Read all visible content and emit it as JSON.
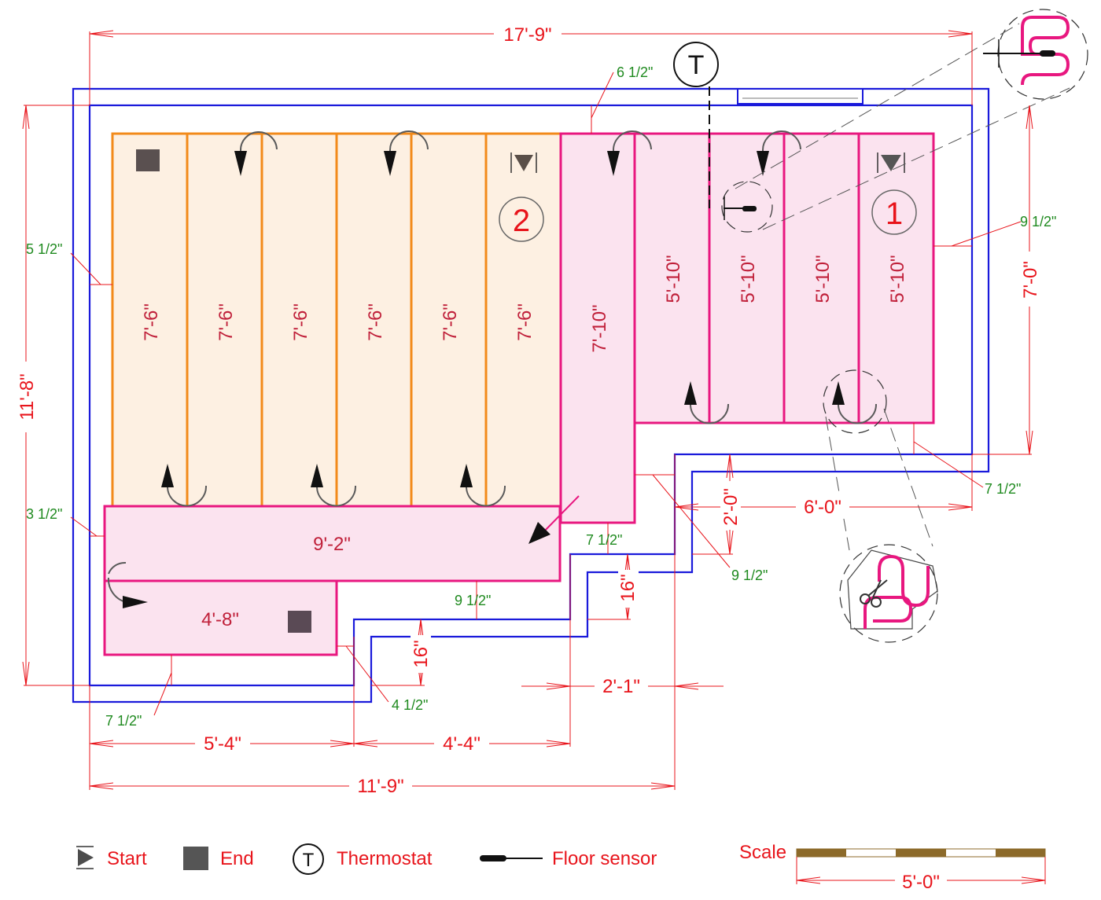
{
  "overall": {
    "width": "17'-9\"",
    "height": "11'-8\"",
    "right_height": "7'-0\"",
    "bottom_total": "11'-9\""
  },
  "dims": {
    "d_6_0": "6'-0\"",
    "d_2_0": "2'-0\"",
    "d_2_1": "2'-1\"",
    "d_16a": "16\"",
    "d_16b": "16\"",
    "d_5_4": "5'-4\"",
    "d_4_4": "4'-4\""
  },
  "offsets": {
    "o_6_5": "6 1/2\"",
    "o_5_5": "5 1/2\"",
    "o_3_5": "3 1/2\"",
    "o_9_5_right": "9 1/2\"",
    "o_7_5_right": "7 1/2\"",
    "o_7_5_step": "7 1/2\"",
    "o_9_5_step": "9 1/2\"",
    "o_9_5_bottom": "9 1/2\"",
    "o_4_5": "4 1/2\"",
    "o_7_5_left": "7 1/2\""
  },
  "strips": {
    "orange": [
      "7'-6\"",
      "7'-6\"",
      "7'-6\"",
      "7'-6\"",
      "7'-6\"",
      "7'-6\""
    ],
    "pink_tall": "7'-10\"",
    "pink_short": [
      "5'-10\"",
      "5'-10\"",
      "5'-10\"",
      "5'-10\""
    ],
    "horizontal": "9'-2\"",
    "bottom": "4'-8\""
  },
  "zones": {
    "zone1": "1",
    "zone2": "2"
  },
  "thermostat": {
    "symbol": "T"
  },
  "legend": {
    "start": "Start",
    "end": "End",
    "thermostat_symbol": "T",
    "thermostat": "Thermostat",
    "floor_sensor": "Floor sensor"
  },
  "scale": {
    "label": "Scale",
    "length": "5'-0\""
  },
  "colors": {
    "dimension": "#e8141b",
    "offset": "#1f8a1f",
    "wall": "#1a1adb",
    "zone2": "#f28a1a",
    "zone1": "#e8177f",
    "end_marker": "#5a5050"
  }
}
